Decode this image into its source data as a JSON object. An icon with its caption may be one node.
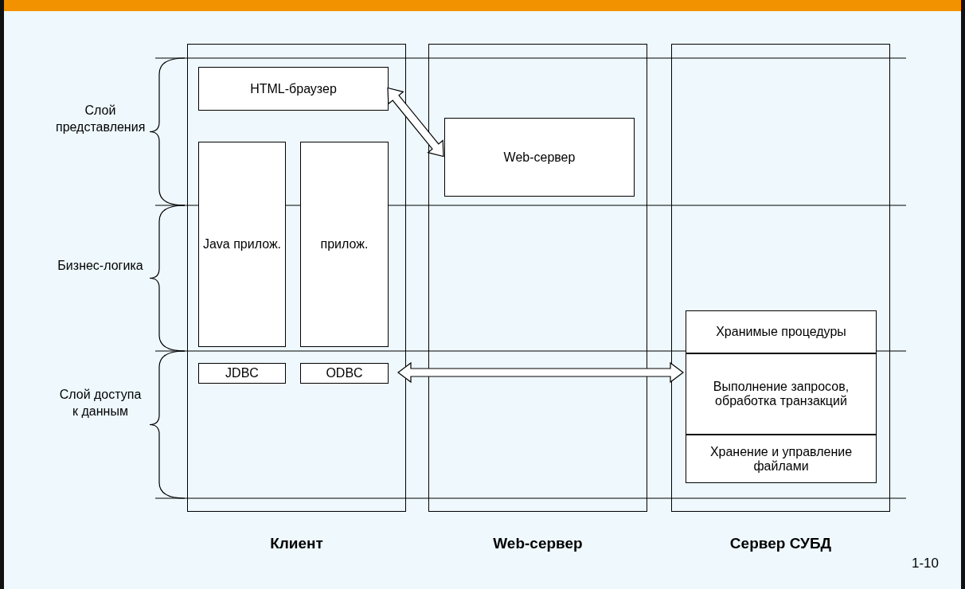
{
  "diagram": {
    "nodes": [
      {
        "text": [
          "Клиент"
        ]
      },
      {
        "text": [
          "HTML-браузер"
        ],
        "in": 0
      },
      {
        "text": [
          "Java прилож."
        ],
        "in": 0
      },
      {
        "text": [
          "прилож."
        ],
        "in": 0
      },
      {
        "text": [
          "JDBC"
        ],
        "in": 0
      },
      {
        "text": [
          "ODBC"
        ],
        "in": 0
      },
      {
        "text": [
          "Web-сервер"
        ]
      },
      {
        "text": [
          "Web-сервер"
        ],
        "in": 6
      },
      {
        "text": [
          "Сервер СУБД"
        ]
      },
      {
        "text": [
          "Хранимые процедуры"
        ],
        "in": 8
      },
      {
        "text": [
          "Выполнение запросов, обработка транзакций"
        ],
        "in": 8
      },
      {
        "text": [
          "Хранение и управление файлами"
        ],
        "in": 8
      }
    ],
    "edges": [
      {
        "from": 1,
        "to": 7,
        "arrow": "both"
      },
      {
        "from": 5,
        "to": 10,
        "arrow": "both"
      }
    ],
    "labels": [
      "Слой представления",
      "Бизнес-логика",
      "Слой доступа к данным",
      "1-10"
    ]
  }
}
